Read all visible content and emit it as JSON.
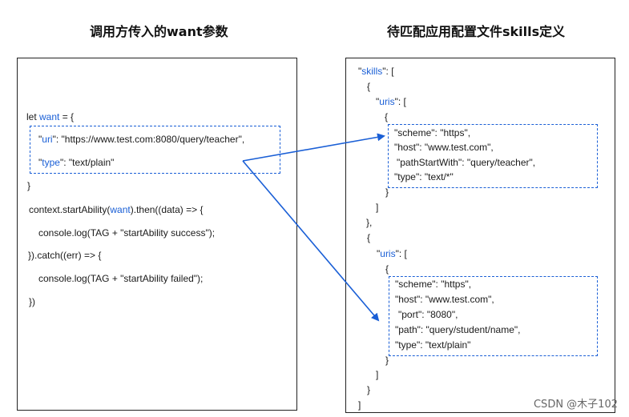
{
  "left": {
    "title": "调用方传入的want参数",
    "lines": [
      "let ",
      "want",
      " = {",
      "\"",
      "uri",
      "\": \"https://www.test.com:8080/query/teacher\",",
      "\"",
      "type",
      "\": \"text/plain\"",
      "}",
      "context.startAbility(",
      "want",
      ").then((data) => {",
      "console.log(TAG + \"startAbility success\");",
      "}).catch((err) => {",
      "console.log(TAG + \"startAbility failed\");",
      "})"
    ]
  },
  "right": {
    "title": "待匹配应用配置文件skills定义",
    "l_skills_q1": "\"",
    "l_skills_kw": "skills",
    "l_skills_rest": "\": [",
    "l_open1": "{",
    "l_uris1_q": "\"",
    "l_uris1_kw": "uris",
    "l_uris1_rest": "\": [",
    "l_open2": "{",
    "b1_scheme": "\"scheme\": \"https\",",
    "b1_host": "\"host\": \"www.test.com\",",
    "b1_path": "\"pathStartWith\": \"query/teacher\",",
    "b1_type": "\"type\": \"text/*\"",
    "l_close2": "}",
    "l_close_arr1": "]",
    "l_close1": "},",
    "l_open3": "{",
    "l_uris2_q": "\"",
    "l_uris2_kw": "uris",
    "l_uris2_rest": "\": [",
    "l_open4": "{",
    "b2_scheme": "\"scheme\": \"https\",",
    "b2_host": "\"host\": \"www.test.com\",",
    "b2_port": "\"port\": \"8080\",",
    "b2_path": "\"path\": \"query/student/name\",",
    "b2_type": "\"type\": \"text/plain\"",
    "l_close4": "}",
    "l_close_arr2": "]",
    "l_close3": "}",
    "l_close_root": "]"
  },
  "watermark": "CSDN @木子102",
  "colors": {
    "accent": "#1a5fd6",
    "border": "#222222"
  }
}
